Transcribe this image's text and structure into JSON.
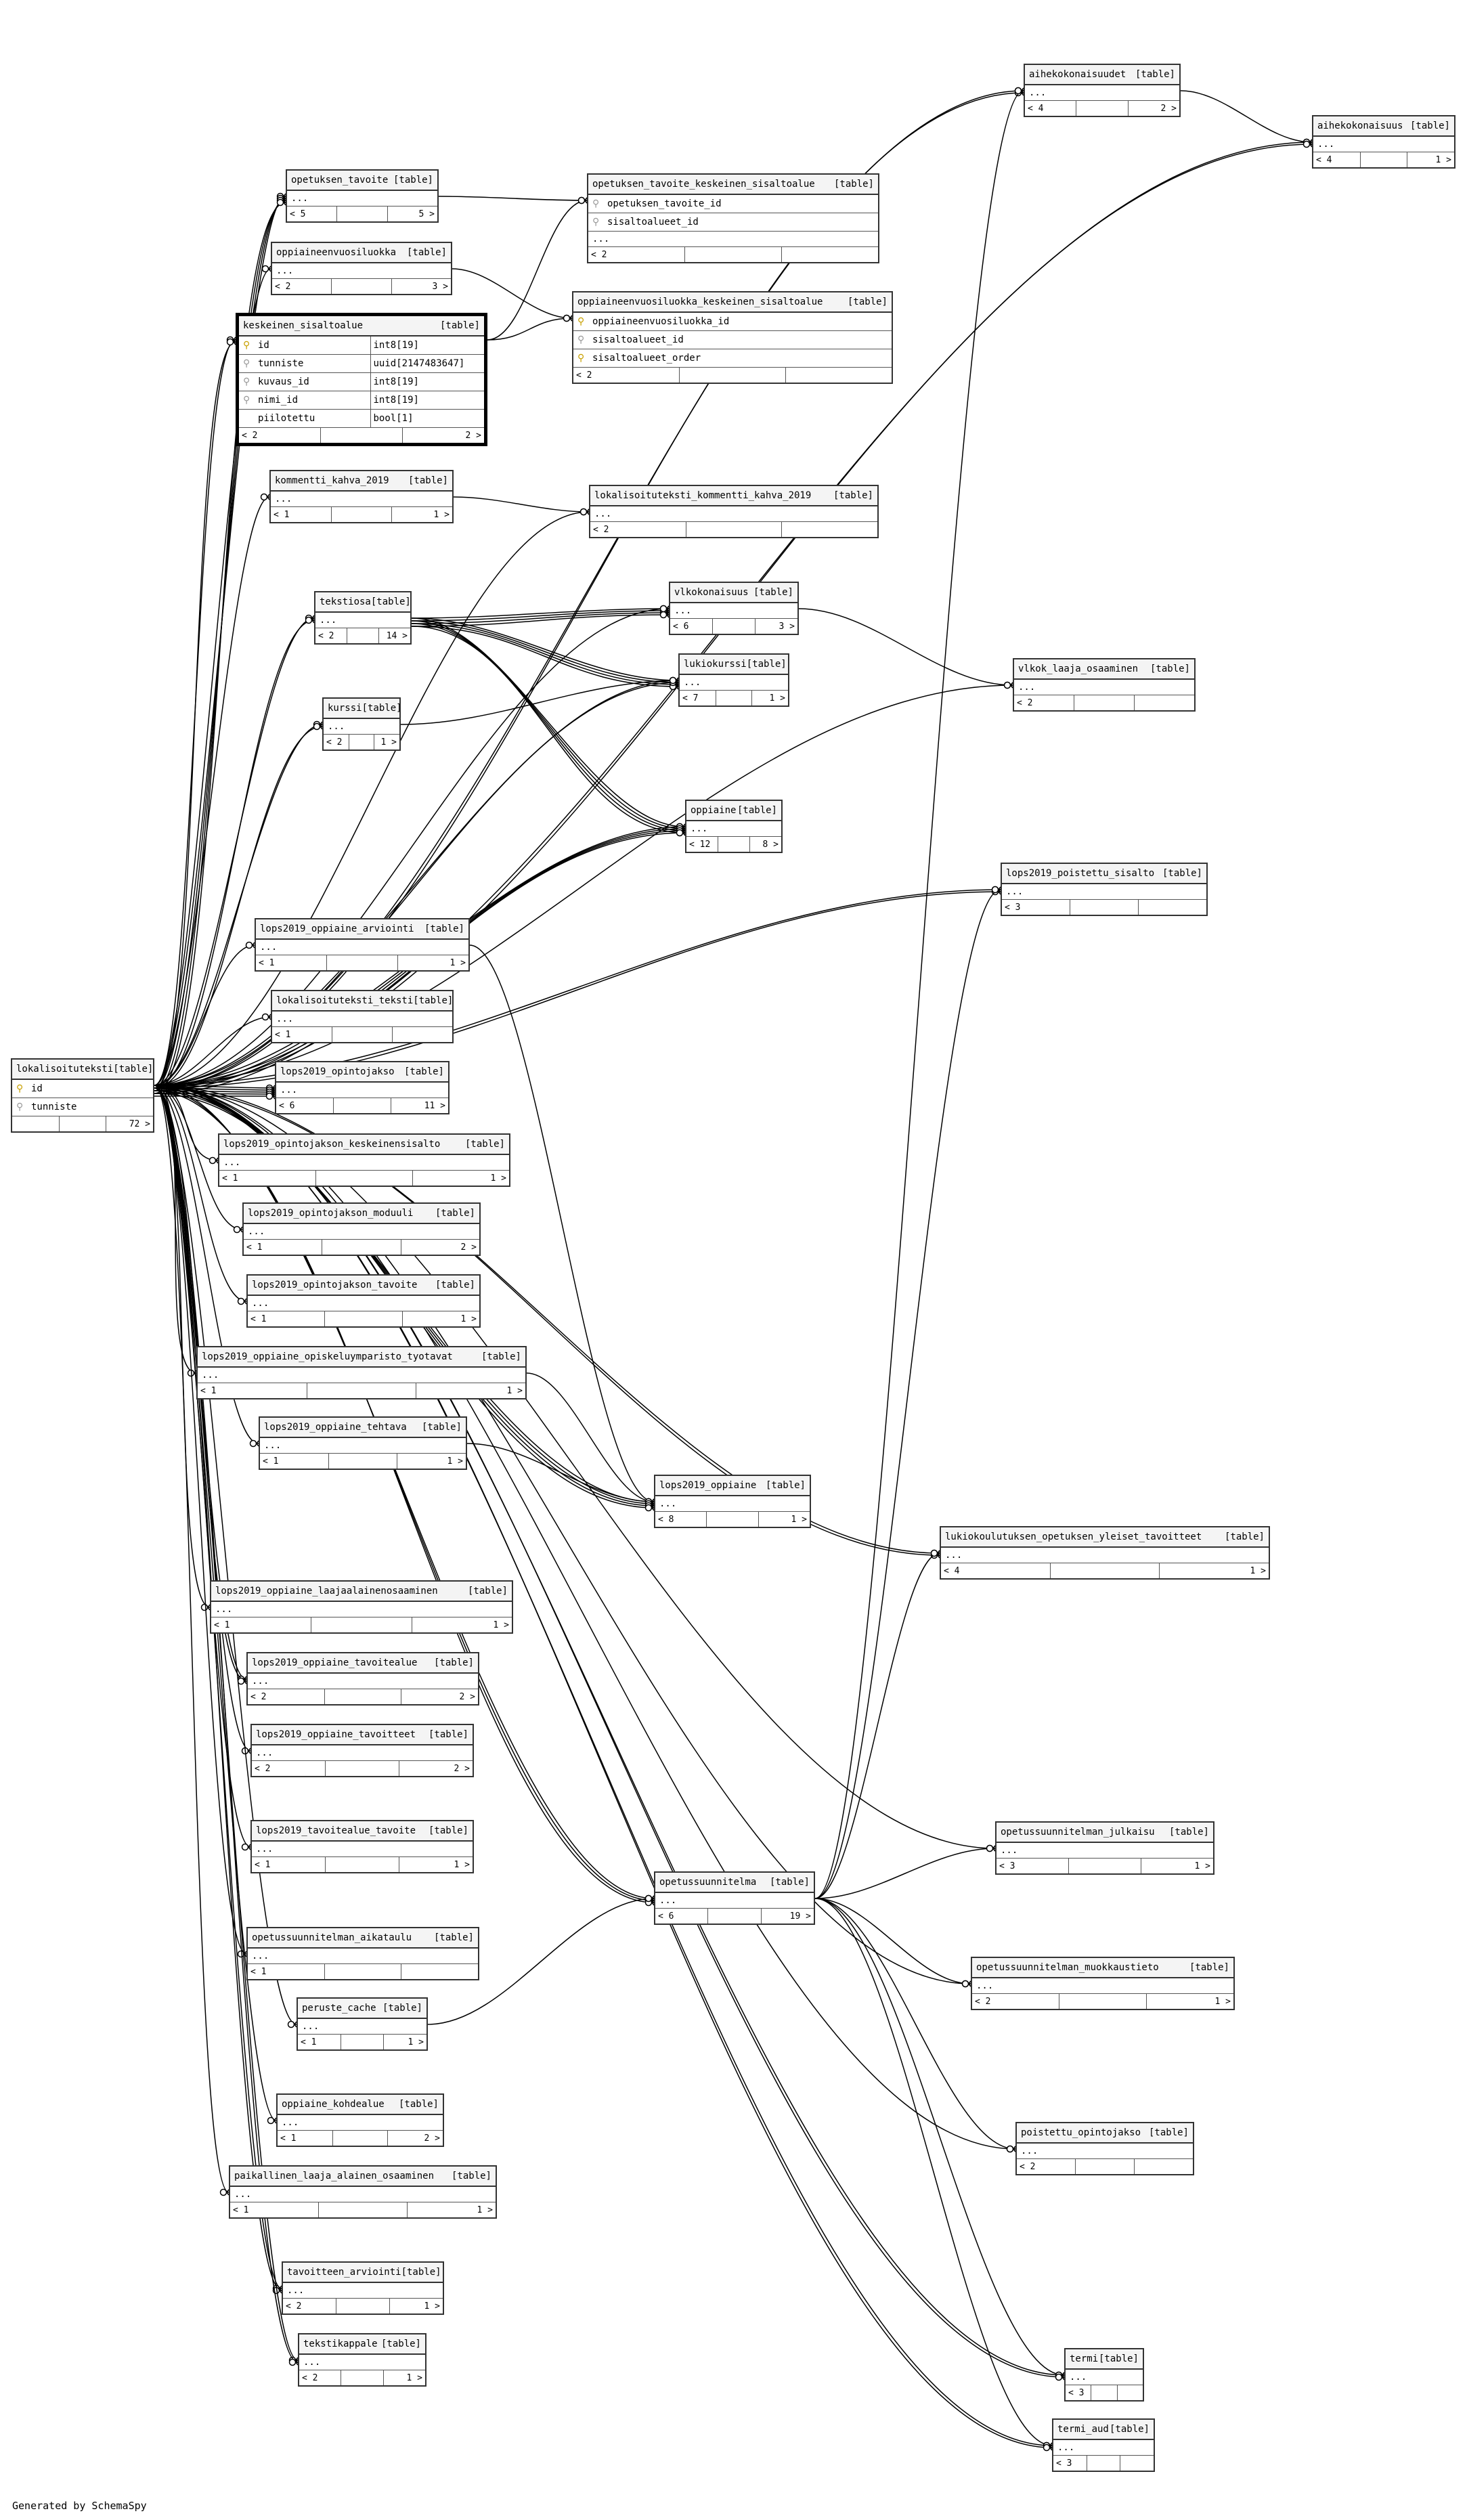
{
  "footer": "Generated by SchemaSpy",
  "tables": [
    {
      "id": "aihekokonaisuudet",
      "name": "aihekokonaisuudet",
      "tag": "[table]",
      "rows": [],
      "ellipsis": "...",
      "left": "< 4",
      "right": "2 >"
    },
    {
      "id": "aihekokonaisuus",
      "name": "aihekokonaisuus",
      "tag": "[table]",
      "rows": [],
      "ellipsis": "...",
      "left": "< 4",
      "right": "1 >"
    },
    {
      "id": "opetuksen_tavoite",
      "name": "opetuksen_tavoite",
      "tag": "[table]",
      "rows": [],
      "ellipsis": "...",
      "left": "< 5",
      "right": "5 >"
    },
    {
      "id": "opetuksen_tavoite_keskeinen_sisaltoalue",
      "name": "opetuksen_tavoite_keskeinen_sisaltoalue",
      "tag": "[table]",
      "rows": [
        {
          "key": "fk",
          "name": "opetuksen_tavoite_id"
        },
        {
          "key": "fk",
          "name": "sisaltoalueet_id"
        }
      ],
      "ellipsis": "...",
      "left": "< 2",
      "right": ""
    },
    {
      "id": "oppiaineenvuosiluokka",
      "name": "oppiaineenvuosiluokka",
      "tag": "[table]",
      "rows": [],
      "ellipsis": "...",
      "left": "< 2",
      "right": "3 >"
    },
    {
      "id": "oppiaineenvuosiluokka_keskeinen_sisaltoalue",
      "name": "oppiaineenvuosiluokka_keskeinen_sisaltoalue",
      "tag": "[table]",
      "rows": [
        {
          "key": "pk",
          "name": "oppiaineenvuosiluokka_id"
        },
        {
          "key": "fk",
          "name": "sisaltoalueet_id"
        },
        {
          "key": "pk",
          "name": "sisaltoalueet_order"
        }
      ],
      "ellipsis": "",
      "left": "< 2",
      "right": ""
    },
    {
      "id": "keskeinen_sisaltoalue",
      "name": "keskeinen_sisaltoalue",
      "tag": "[table]",
      "focus": true,
      "rows": [
        {
          "key": "pk",
          "name": "id",
          "type": "int8[19]"
        },
        {
          "key": "fk",
          "name": "tunniste",
          "type": "uuid[2147483647]"
        },
        {
          "key": "fk",
          "name": "kuvaus_id",
          "type": "int8[19]"
        },
        {
          "key": "fk",
          "name": "nimi_id",
          "type": "int8[19]"
        },
        {
          "key": "",
          "name": "piilotettu",
          "type": "bool[1]"
        }
      ],
      "ellipsis": "",
      "left": "< 2",
      "right": "2 >"
    },
    {
      "id": "kommentti_kahva_2019",
      "name": "kommentti_kahva_2019",
      "tag": "[table]",
      "rows": [],
      "ellipsis": "...",
      "left": "< 1",
      "right": "1 >"
    },
    {
      "id": "lokalisoituteksti_kommentti_kahva_2019",
      "name": "lokalisoituteksti_kommentti_kahva_2019",
      "tag": "[table]",
      "rows": [],
      "ellipsis": "...",
      "left": "< 2",
      "right": ""
    },
    {
      "id": "tekstiosa",
      "name": "tekstiosa",
      "tag": "[table]",
      "rows": [],
      "ellipsis": "...",
      "left": "< 2",
      "right": "14 >"
    },
    {
      "id": "vlkokonaisuus",
      "name": "vlkokonaisuus",
      "tag": "[table]",
      "rows": [],
      "ellipsis": "...",
      "left": "< 6",
      "right": "3 >"
    },
    {
      "id": "lukiokurssi",
      "name": "lukiokurssi",
      "tag": "[table]",
      "rows": [],
      "ellipsis": "...",
      "left": "< 7",
      "right": "1 >"
    },
    {
      "id": "vlkok_laaja_osaaminen",
      "name": "vlkok_laaja_osaaminen",
      "tag": "[table]",
      "rows": [],
      "ellipsis": "...",
      "left": "< 2",
      "right": ""
    },
    {
      "id": "kurssi",
      "name": "kurssi",
      "tag": "[table]",
      "rows": [],
      "ellipsis": "...",
      "left": "< 2",
      "right": "1 >"
    },
    {
      "id": "oppiaine",
      "name": "oppiaine",
      "tag": "[table]",
      "rows": [],
      "ellipsis": "...",
      "left": "< 12",
      "right": "8 >"
    },
    {
      "id": "lops2019_poistettu_sisalto",
      "name": "lops2019_poistettu_sisalto",
      "tag": "[table]",
      "rows": [],
      "ellipsis": "...",
      "left": "< 3",
      "right": ""
    },
    {
      "id": "lops2019_oppiaine_arviointi",
      "name": "lops2019_oppiaine_arviointi",
      "tag": "[table]",
      "rows": [],
      "ellipsis": "...",
      "left": "< 1",
      "right": "1 >"
    },
    {
      "id": "lokalisoituteksti_teksti",
      "name": "lokalisoituteksti_teksti",
      "tag": "[table]",
      "rows": [],
      "ellipsis": "...",
      "left": "< 1",
      "right": ""
    },
    {
      "id": "lokalisoituteksti",
      "name": "lokalisoituteksti",
      "tag": "[table]",
      "rows": [
        {
          "key": "pk",
          "name": "id"
        },
        {
          "key": "fk",
          "name": "tunniste"
        }
      ],
      "ellipsis": "",
      "left": "",
      "right": "72 >"
    },
    {
      "id": "lops2019_opintojakso",
      "name": "lops2019_opintojakso",
      "tag": "[table]",
      "rows": [],
      "ellipsis": "...",
      "left": "< 6",
      "right": "11 >"
    },
    {
      "id": "lops2019_opintojakson_keskeinensisalto",
      "name": "lops2019_opintojakson_keskeinensisalto",
      "tag": "[table]",
      "rows": [],
      "ellipsis": "...",
      "left": "< 1",
      "right": "1 >"
    },
    {
      "id": "lops2019_opintojakson_moduuli",
      "name": "lops2019_opintojakson_moduuli",
      "tag": "[table]",
      "rows": [],
      "ellipsis": "...",
      "left": "< 1",
      "right": "2 >"
    },
    {
      "id": "lops2019_opintojakson_tavoite",
      "name": "lops2019_opintojakson_tavoite",
      "tag": "[table]",
      "rows": [],
      "ellipsis": "...",
      "left": "< 1",
      "right": "1 >"
    },
    {
      "id": "lops2019_oppiaine_opiskeluymparisto_tyotavat",
      "name": "lops2019_oppiaine_opiskeluymparisto_tyotavat",
      "tag": "[table]",
      "rows": [],
      "ellipsis": "...",
      "left": "< 1",
      "right": "1 >"
    },
    {
      "id": "lops2019_oppiaine_tehtava",
      "name": "lops2019_oppiaine_tehtava",
      "tag": "[table]",
      "rows": [],
      "ellipsis": "...",
      "left": "< 1",
      "right": "1 >"
    },
    {
      "id": "lops2019_oppiaine",
      "name": "lops2019_oppiaine",
      "tag": "[table]",
      "rows": [],
      "ellipsis": "...",
      "left": "< 8",
      "right": "1 >"
    },
    {
      "id": "lukiokoulutuksen_opetuksen_yleiset_tavoitteet",
      "name": "lukiokoulutuksen_opetuksen_yleiset_tavoitteet",
      "tag": "[table]",
      "rows": [],
      "ellipsis": "...",
      "left": "< 4",
      "right": "1 >"
    },
    {
      "id": "lops2019_oppiaine_laajaalainenosaaminen",
      "name": "lops2019_oppiaine_laajaalainenosaaminen",
      "tag": "[table]",
      "rows": [],
      "ellipsis": "...",
      "left": "< 1",
      "right": "1 >"
    },
    {
      "id": "lops2019_oppiaine_tavoitealue",
      "name": "lops2019_oppiaine_tavoitealue",
      "tag": "[table]",
      "rows": [],
      "ellipsis": "...",
      "left": "< 2",
      "right": "2 >"
    },
    {
      "id": "lops2019_oppiaine_tavoitteet",
      "name": "lops2019_oppiaine_tavoitteet",
      "tag": "[table]",
      "rows": [],
      "ellipsis": "...",
      "left": "< 2",
      "right": "2 >"
    },
    {
      "id": "lops2019_tavoitealue_tavoite",
      "name": "lops2019_tavoitealue_tavoite",
      "tag": "[table]",
      "rows": [],
      "ellipsis": "...",
      "left": "< 1",
      "right": "1 >"
    },
    {
      "id": "opetussuunnitelman_julkaisu",
      "name": "opetussuunnitelman_julkaisu",
      "tag": "[table]",
      "rows": [],
      "ellipsis": "...",
      "left": "< 3",
      "right": "1 >"
    },
    {
      "id": "opetussuunnitelma",
      "name": "opetussuunnitelma",
      "tag": "[table]",
      "rows": [],
      "ellipsis": "...",
      "left": "< 6",
      "right": "19 >"
    },
    {
      "id": "opetussuunnitelman_aikataulu",
      "name": "opetussuunnitelman_aikataulu",
      "tag": "[table]",
      "rows": [],
      "ellipsis": "...",
      "left": "< 1",
      "right": ""
    },
    {
      "id": "opetussuunnitelman_muokkaustieto",
      "name": "opetussuunnitelman_muokkaustieto",
      "tag": "[table]",
      "rows": [],
      "ellipsis": "...",
      "left": "< 2",
      "right": "1 >"
    },
    {
      "id": "peruste_cache",
      "name": "peruste_cache",
      "tag": "[table]",
      "rows": [],
      "ellipsis": "...",
      "left": "< 1",
      "right": "1 >"
    },
    {
      "id": "oppiaine_kohdealue",
      "name": "oppiaine_kohdealue",
      "tag": "[table]",
      "rows": [],
      "ellipsis": "...",
      "left": "< 1",
      "right": "2 >"
    },
    {
      "id": "poistettu_opintojakso",
      "name": "poistettu_opintojakso",
      "tag": "[table]",
      "rows": [],
      "ellipsis": "...",
      "left": "< 2",
      "right": ""
    },
    {
      "id": "paikallinen_laaja_alainen_osaaminen",
      "name": "paikallinen_laaja_alainen_osaaminen",
      "tag": "[table]",
      "rows": [],
      "ellipsis": "...",
      "left": "< 1",
      "right": "1 >"
    },
    {
      "id": "tavoitteen_arviointi",
      "name": "tavoitteen_arviointi",
      "tag": "[table]",
      "rows": [],
      "ellipsis": "...",
      "left": "< 2",
      "right": "1 >"
    },
    {
      "id": "tekstikappale",
      "name": "tekstikappale",
      "tag": "[table]",
      "rows": [],
      "ellipsis": "...",
      "left": "< 2",
      "right": "1 >"
    },
    {
      "id": "termi",
      "name": "termi",
      "tag": "[table]",
      "rows": [],
      "ellipsis": "...",
      "left": "< 3",
      "right": ""
    },
    {
      "id": "termi_aud",
      "name": "termi_aud",
      "tag": "[table]",
      "rows": [],
      "ellipsis": "...",
      "left": "< 3",
      "right": ""
    }
  ],
  "relations": [
    [
      "aihekokonaisuudet",
      "aihekokonaisuus"
    ],
    [
      "lokalisoituteksti",
      "aihekokonaisuudet"
    ],
    [
      "lokalisoituteksti",
      "aihekokonaisuudet"
    ],
    [
      "lokalisoituteksti",
      "aihekokonaisuus"
    ],
    [
      "lokalisoituteksti",
      "aihekokonaisuus"
    ],
    [
      "lokalisoituteksti",
      "opetuksen_tavoite"
    ],
    [
      "lokalisoituteksti",
      "opetuksen_tavoite"
    ],
    [
      "lokalisoituteksti",
      "opetuksen_tavoite"
    ],
    [
      "lokalisoituteksti",
      "opetuksen_tavoite"
    ],
    [
      "opetuksen_tavoite",
      "opetuksen_tavoite_keskeinen_sisaltoalue"
    ],
    [
      "keskeinen_sisaltoalue",
      "opetuksen_tavoite_keskeinen_sisaltoalue"
    ],
    [
      "lokalisoituteksti",
      "oppiaineenvuosiluokka"
    ],
    [
      "oppiaineenvuosiluokka",
      "oppiaineenvuosiluokka_keskeinen_sisaltoalue"
    ],
    [
      "keskeinen_sisaltoalue",
      "oppiaineenvuosiluokka_keskeinen_sisaltoalue"
    ],
    [
      "lokalisoituteksti",
      "keskeinen_sisaltoalue"
    ],
    [
      "lokalisoituteksti",
      "keskeinen_sisaltoalue"
    ],
    [
      "lokalisoituteksti",
      "kommentti_kahva_2019"
    ],
    [
      "kommentti_kahva_2019",
      "lokalisoituteksti_kommentti_kahva_2019"
    ],
    [
      "lokalisoituteksti",
      "lokalisoituteksti_kommentti_kahva_2019"
    ],
    [
      "lokalisoituteksti",
      "tekstiosa"
    ],
    [
      "lokalisoituteksti",
      "tekstiosa"
    ],
    [
      "tekstiosa",
      "vlkokonaisuus"
    ],
    [
      "tekstiosa",
      "vlkokonaisuus"
    ],
    [
      "tekstiosa",
      "vlkokonaisuus"
    ],
    [
      "tekstiosa",
      "vlkokonaisuus"
    ],
    [
      "tekstiosa",
      "lukiokurssi"
    ],
    [
      "tekstiosa",
      "lukiokurssi"
    ],
    [
      "tekstiosa",
      "lukiokurssi"
    ],
    [
      "tekstiosa",
      "lukiokurssi"
    ],
    [
      "tekstiosa",
      "oppiaine"
    ],
    [
      "tekstiosa",
      "oppiaine"
    ],
    [
      "tekstiosa",
      "oppiaine"
    ],
    [
      "tekstiosa",
      "oppiaine"
    ],
    [
      "lokalisoituteksti",
      "vlkokonaisuus"
    ],
    [
      "lokalisoituteksti",
      "lukiokurssi"
    ],
    [
      "lokalisoituteksti",
      "lukiokurssi"
    ],
    [
      "vlkokonaisuus",
      "vlkok_laaja_osaaminen"
    ],
    [
      "lokalisoituteksti",
      "vlkok_laaja_osaaminen"
    ],
    [
      "lokalisoituteksti",
      "kurssi"
    ],
    [
      "lokalisoituteksti",
      "kurssi"
    ],
    [
      "kurssi",
      "lukiokurssi"
    ],
    [
      "lokalisoituteksti",
      "oppiaine"
    ],
    [
      "lokalisoituteksti",
      "oppiaine"
    ],
    [
      "lokalisoituteksti",
      "oppiaine"
    ],
    [
      "lokalisoituteksti",
      "oppiaine"
    ],
    [
      "lokalisoituteksti",
      "lops2019_poistettu_sisalto"
    ],
    [
      "lokalisoituteksti",
      "lops2019_poistettu_sisalto"
    ],
    [
      "lokalisoituteksti",
      "lops2019_oppiaine_arviointi"
    ],
    [
      "lops2019_oppiaine_arviointi",
      "lops2019_oppiaine"
    ],
    [
      "lokalisoituteksti",
      "lokalisoituteksti_teksti"
    ],
    [
      "lokalisoituteksti",
      "lops2019_opintojakso"
    ],
    [
      "lokalisoituteksti",
      "lops2019_opintojakso"
    ],
    [
      "lokalisoituteksti",
      "lops2019_opintojakso"
    ],
    [
      "lokalisoituteksti",
      "lops2019_opintojakso"
    ],
    [
      "lokalisoituteksti",
      "lops2019_opintojakso"
    ],
    [
      "lokalisoituteksti",
      "lops2019_opintojakson_keskeinensisalto"
    ],
    [
      "lokalisoituteksti",
      "lops2019_opintojakson_moduuli"
    ],
    [
      "lokalisoituteksti",
      "lops2019_opintojakson_tavoite"
    ],
    [
      "lokalisoituteksti",
      "lops2019_oppiaine_opiskeluymparisto_tyotavat"
    ],
    [
      "lops2019_oppiaine_opiskeluymparisto_tyotavat",
      "lops2019_oppiaine"
    ],
    [
      "lokalisoituteksti",
      "lops2019_oppiaine_tehtava"
    ],
    [
      "lops2019_oppiaine_tehtava",
      "lops2019_oppiaine"
    ],
    [
      "lokalisoituteksti",
      "lops2019_oppiaine"
    ],
    [
      "lokalisoituteksti",
      "lops2019_oppiaine"
    ],
    [
      "lokalisoituteksti",
      "lops2019_oppiaine"
    ],
    [
      "lokalisoituteksti",
      "lops2019_oppiaine"
    ],
    [
      "lokalisoituteksti",
      "lukiokoulutuksen_opetuksen_yleiset_tavoitteet"
    ],
    [
      "lokalisoituteksti",
      "lukiokoulutuksen_opetuksen_yleiset_tavoitteet"
    ],
    [
      "lokalisoituteksti",
      "lops2019_oppiaine_laajaalainenosaaminen"
    ],
    [
      "lokalisoituteksti",
      "lops2019_oppiaine_tavoitealue"
    ],
    [
      "lokalisoituteksti",
      "lops2019_oppiaine_tavoitealue"
    ],
    [
      "lokalisoituteksti",
      "lops2019_oppiaine_tavoitteet"
    ],
    [
      "lokalisoituteksti",
      "lops2019_tavoitealue_tavoite"
    ],
    [
      "lokalisoituteksti",
      "opetussuunnitelman_julkaisu"
    ],
    [
      "opetussuunnitelma",
      "opetussuunnitelman_julkaisu"
    ],
    [
      "lokalisoituteksti",
      "opetussuunnitelma"
    ],
    [
      "lokalisoituteksti",
      "opetussuunnitelma"
    ],
    [
      "lokalisoituteksti",
      "opetussuunnitelma"
    ],
    [
      "opetussuunnitelma",
      "aihekokonaisuudet"
    ],
    [
      "opetussuunnitelma",
      "lops2019_poistettu_sisalto"
    ],
    [
      "opetussuunnitelma",
      "lukiokoulutuksen_opetuksen_yleiset_tavoitteet"
    ],
    [
      "lokalisoituteksti",
      "opetussuunnitelman_aikataulu"
    ],
    [
      "opetussuunnitelma",
      "opetussuunnitelman_muokkaustieto"
    ],
    [
      "lokalisoituteksti",
      "opetussuunnitelman_muokkaustieto"
    ],
    [
      "lokalisoituteksti",
      "peruste_cache"
    ],
    [
      "peruste_cache",
      "opetussuunnitelma"
    ],
    [
      "lokalisoituteksti",
      "oppiaine_kohdealue"
    ],
    [
      "opetussuunnitelma",
      "poistettu_opintojakso"
    ],
    [
      "lokalisoituteksti",
      "poistettu_opintojakso"
    ],
    [
      "lokalisoituteksti",
      "paikallinen_laaja_alainen_osaaminen"
    ],
    [
      "lokalisoituteksti",
      "tavoitteen_arviointi"
    ],
    [
      "lokalisoituteksti",
      "tavoitteen_arviointi"
    ],
    [
      "lokalisoituteksti",
      "tekstikappale"
    ],
    [
      "lokalisoituteksti",
      "tekstikappale"
    ],
    [
      "opetussuunnitelma",
      "termi"
    ],
    [
      "lokalisoituteksti",
      "termi"
    ],
    [
      "lokalisoituteksti",
      "termi"
    ],
    [
      "opetussuunnitelma",
      "termi_aud"
    ],
    [
      "lokalisoituteksti",
      "termi_aud"
    ],
    [
      "lokalisoituteksti",
      "termi_aud"
    ]
  ]
}
